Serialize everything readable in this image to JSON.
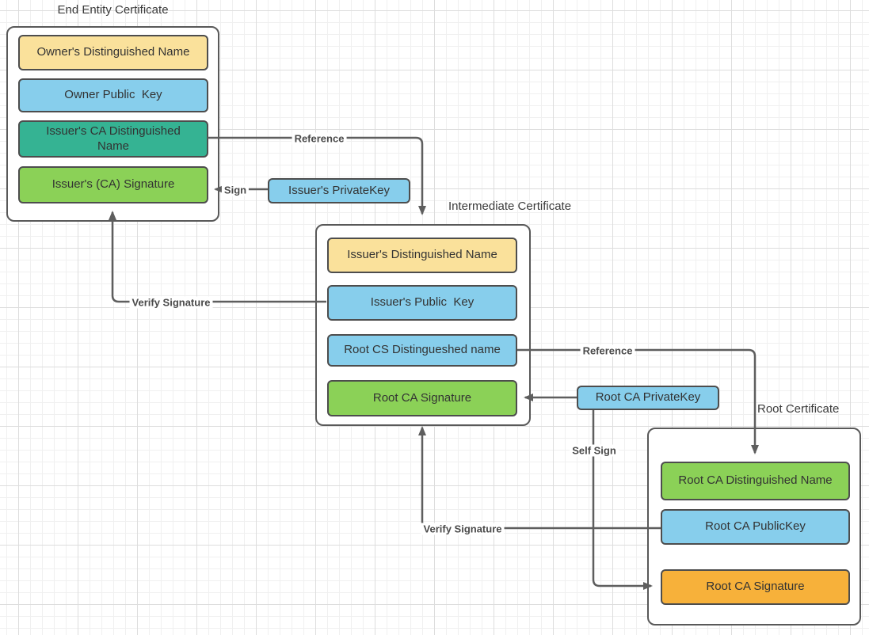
{
  "colors": {
    "line": "#5e5e5e",
    "yellow": "#fae19b",
    "blue": "#87ceec",
    "teal": "#35b393",
    "green": "#8bd157",
    "orange": "#f7b13a"
  },
  "groups": [
    {
      "title": "End Entity Certificate",
      "boxes": [
        {
          "label": "Owner's Distinguished Name",
          "color": "#fae19b"
        },
        {
          "label": "Owner Public  Key",
          "color": "#87ceec"
        },
        {
          "label": "Issuer's CA Distinguished Name",
          "color": "#35b393"
        },
        {
          "label": "Issuer's (CA) Signature",
          "color": "#8bd157"
        }
      ]
    },
    {
      "title": "Intermediate Certificate",
      "boxes": [
        {
          "label": "Issuer's Distinguished Name",
          "color": "#fae19b"
        },
        {
          "label": "Issuer's Public  Key",
          "color": "#87ceec"
        },
        {
          "label": "Root CS Distingueshed name",
          "color": "#87ceec"
        },
        {
          "label": "Root CA Signature",
          "color": "#8bd157"
        }
      ]
    },
    {
      "title": "Root Certificate",
      "boxes": [
        {
          "label": "Root CA Distinguished Name",
          "color": "#8bd157"
        },
        {
          "label": "Root CA PublicKey",
          "color": "#87ceec"
        },
        {
          "label": "Root CA Signature",
          "color": "#f7b13a"
        }
      ]
    }
  ],
  "keys": [
    {
      "label": "Issuer's PrivateKey",
      "color": "#87ceec"
    },
    {
      "label": "Root CA PrivateKey",
      "color": "#87ceec"
    }
  ],
  "arrow_labels": {
    "reference_top": "Reference",
    "sign": "Sign",
    "verify_left": "Verify Signature",
    "reference_mid": "Reference",
    "self_sign": "Self Sign",
    "verify_bottom": "Verify Signature"
  }
}
